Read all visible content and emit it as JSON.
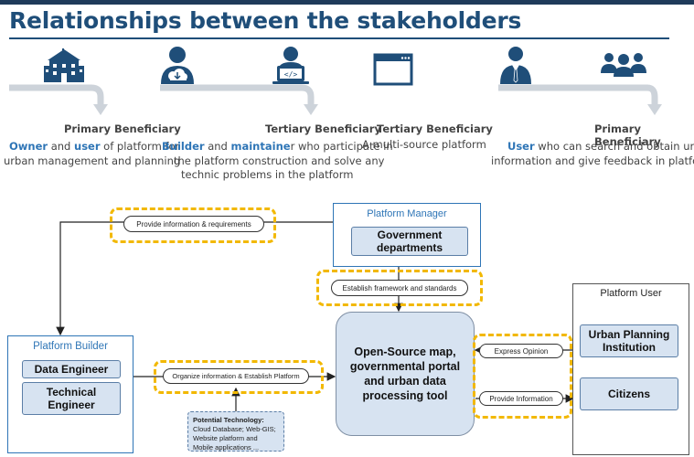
{
  "title": "Relationships between the stakeholders",
  "stakeholders": {
    "primary1": {
      "role": "Primary Beneficiary",
      "hl1": "Owner",
      "t1": " and ",
      "hl2": "user",
      "t2": " of platform for",
      "line2": "urban management and planning"
    },
    "tertiary1": {
      "role": "Tertiary Beneficiary",
      "hl1": "Builder",
      "t1": " and ",
      "hl2": "maintaine",
      "t2": "r who participate in",
      "line2": "the platform construction and solve any",
      "line3": "technic problems in the platform"
    },
    "tertiary2": {
      "role": "Tertiary Beneficiary",
      "line1": "A multi-source platform"
    },
    "primary2": {
      "role": "Primary Beneficiary",
      "hl1": "User",
      "t1": " who can search and obtain urban",
      "line2": "information and give feedback in platform"
    }
  },
  "icons": {
    "building": "building-icon",
    "user_cloud": "user-cloud-icon",
    "developer": "developer-laptop-icon",
    "browser": "browser-window-icon",
    "businessman": "businessman-icon",
    "group": "user-group-icon"
  },
  "diagram": {
    "manager": {
      "title": "Platform Manager",
      "box": "Government departments"
    },
    "builder": {
      "title": "Platform Builder",
      "box1": "Data Engineer",
      "box2": "Technical Engineer"
    },
    "user": {
      "title": "Platform User",
      "box1": "Urban Planning Institution",
      "box2": "Citizens"
    },
    "center": "Open-Source map, governmental portal and urban data processing tool",
    "labels": {
      "provide_info_req": "Provide information & requirements",
      "establish": "Establish framework and standards",
      "organize": "Organize information & Establish Platform",
      "express": "Express Opinion",
      "provide_info": "Provide Information"
    },
    "tech": {
      "heading": "Potential Technology:",
      "body": "Cloud Database; Web-GIS; Website platform and Mobile applications ..."
    }
  },
  "colors": {
    "accent": "#1f4e79",
    "highlight": "#2e75b6",
    "dash": "#f2b800",
    "box_fill": "#d7e3f1"
  }
}
